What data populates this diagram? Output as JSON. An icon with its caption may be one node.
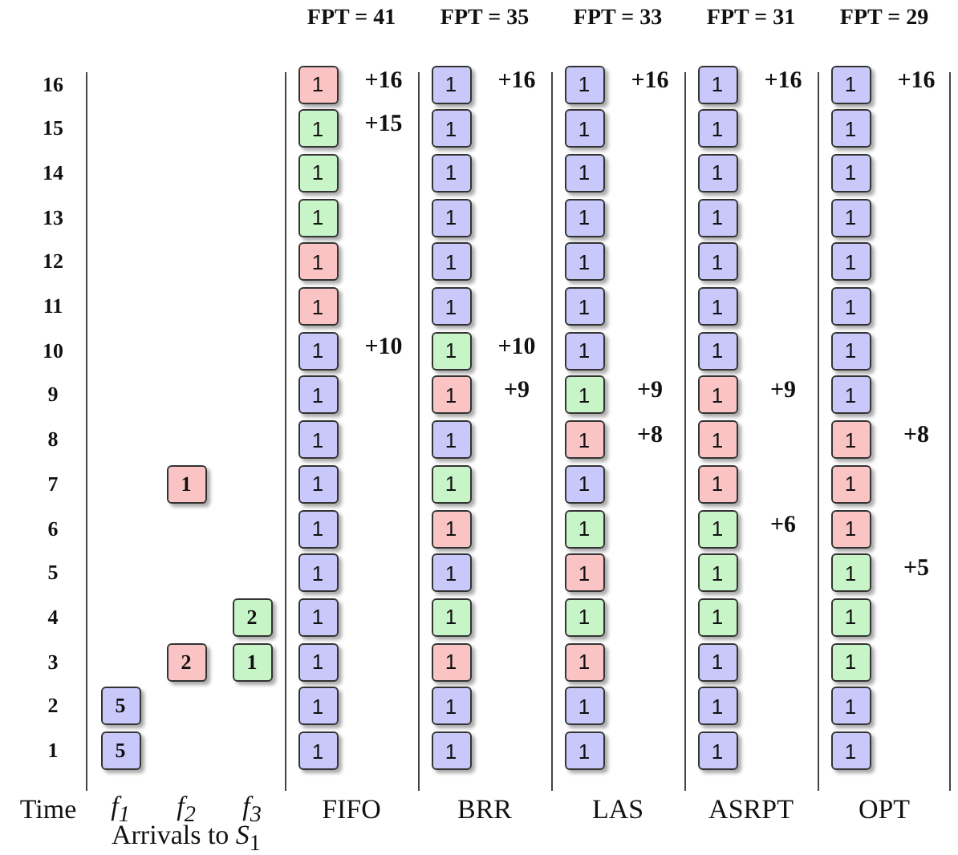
{
  "diagram": {
    "nodes": [
      {
        "text": [
          "5"
        ]
      },
      {
        "text": [
          "5"
        ]
      },
      {
        "text": [
          "1"
        ]
      },
      {
        "text": [
          "2"
        ]
      },
      {
        "text": [
          "2"
        ]
      },
      {
        "text": [
          "1"
        ]
      },
      {
        "text": [
          "1"
        ],
        "beside": [
          "+16"
        ]
      },
      {
        "text": [
          "1"
        ],
        "beside": [
          "+15"
        ]
      },
      {
        "text": [
          "1"
        ]
      },
      {
        "text": [
          "1"
        ]
      },
      {
        "text": [
          "1"
        ]
      },
      {
        "text": [
          "1"
        ]
      },
      {
        "text": [
          "1"
        ],
        "beside": [
          "+10"
        ]
      },
      {
        "text": [
          "1"
        ]
      },
      {
        "text": [
          "1"
        ]
      },
      {
        "text": [
          "1"
        ]
      },
      {
        "text": [
          "1"
        ]
      },
      {
        "text": [
          "1"
        ]
      },
      {
        "text": [
          "1"
        ]
      },
      {
        "text": [
          "1"
        ]
      },
      {
        "text": [
          "1"
        ]
      },
      {
        "text": [
          "1"
        ]
      },
      {
        "text": [
          "1"
        ],
        "beside": [
          "+16"
        ]
      },
      {
        "text": [
          "1"
        ]
      },
      {
        "text": [
          "1"
        ]
      },
      {
        "text": [
          "1"
        ]
      },
      {
        "text": [
          "1"
        ]
      },
      {
        "text": [
          "1"
        ]
      },
      {
        "text": [
          "1"
        ],
        "beside": [
          "+10"
        ]
      },
      {
        "text": [
          "1"
        ],
        "beside": [
          "+9"
        ]
      },
      {
        "text": [
          "1"
        ]
      },
      {
        "text": [
          "1"
        ]
      },
      {
        "text": [
          "1"
        ]
      },
      {
        "text": [
          "1"
        ]
      },
      {
        "text": [
          "1"
        ]
      },
      {
        "text": [
          "1"
        ]
      },
      {
        "text": [
          "1"
        ]
      },
      {
        "text": [
          "1"
        ]
      },
      {
        "text": [
          "1"
        ],
        "beside": [
          "+16"
        ]
      },
      {
        "text": [
          "1"
        ]
      },
      {
        "text": [
          "1"
        ]
      },
      {
        "text": [
          "1"
        ]
      },
      {
        "text": [
          "1"
        ]
      },
      {
        "text": [
          "1"
        ]
      },
      {
        "text": [
          "1"
        ]
      },
      {
        "text": [
          "1"
        ],
        "beside": [
          "+9"
        ]
      },
      {
        "text": [
          "1"
        ],
        "beside": [
          "+8"
        ]
      },
      {
        "text": [
          "1"
        ]
      },
      {
        "text": [
          "1"
        ]
      },
      {
        "text": [
          "1"
        ]
      },
      {
        "text": [
          "1"
        ]
      },
      {
        "text": [
          "1"
        ]
      },
      {
        "text": [
          "1"
        ]
      },
      {
        "text": [
          "1"
        ]
      },
      {
        "text": [
          "1"
        ],
        "beside": [
          "+16"
        ]
      },
      {
        "text": [
          "1"
        ]
      },
      {
        "text": [
          "1"
        ]
      },
      {
        "text": [
          "1"
        ]
      },
      {
        "text": [
          "1"
        ]
      },
      {
        "text": [
          "1"
        ]
      },
      {
        "text": [
          "1"
        ]
      },
      {
        "text": [
          "1"
        ],
        "beside": [
          "+9"
        ]
      },
      {
        "text": [
          "1"
        ]
      },
      {
        "text": [
          "1"
        ]
      },
      {
        "text": [
          "1"
        ],
        "beside": [
          "+6"
        ]
      },
      {
        "text": [
          "1"
        ]
      },
      {
        "text": [
          "1"
        ]
      },
      {
        "text": [
          "1"
        ]
      },
      {
        "text": [
          "1"
        ]
      },
      {
        "text": [
          "1"
        ]
      },
      {
        "text": [
          "1"
        ],
        "beside": [
          "+16"
        ]
      },
      {
        "text": [
          "1"
        ]
      },
      {
        "text": [
          "1"
        ]
      },
      {
        "text": [
          "1"
        ]
      },
      {
        "text": [
          "1"
        ]
      },
      {
        "text": [
          "1"
        ]
      },
      {
        "text": [
          "1"
        ]
      },
      {
        "text": [
          "1"
        ]
      },
      {
        "text": [
          "1"
        ],
        "beside": [
          "+8"
        ]
      },
      {
        "text": [
          "1"
        ]
      },
      {
        "text": [
          "1"
        ]
      },
      {
        "text": [
          "1"
        ],
        "beside": [
          "+5"
        ]
      },
      {
        "text": [
          "1"
        ]
      },
      {
        "text": [
          "1"
        ]
      },
      {
        "text": [
          "1"
        ]
      },
      {
        "text": [
          "1"
        ]
      }
    ],
    "edges": [],
    "labels": [
      "FPT = 41",
      "FPT = 35",
      "FPT = 33",
      "FPT = 31",
      "FPT = 29",
      "16",
      "15",
      "14",
      "13",
      "12",
      "11",
      "10",
      "9",
      "8",
      "7",
      "6",
      "5",
      "4",
      "3",
      "2",
      "1",
      "Time",
      "f$_{1}$",
      "f$_{2}$",
      "f$_{3}$",
      "FIFO",
      "BRR",
      "LAS",
      "ASRPT",
      "OPT",
      "Arrivals to *S*$_{1}$"
    ]
  }
}
